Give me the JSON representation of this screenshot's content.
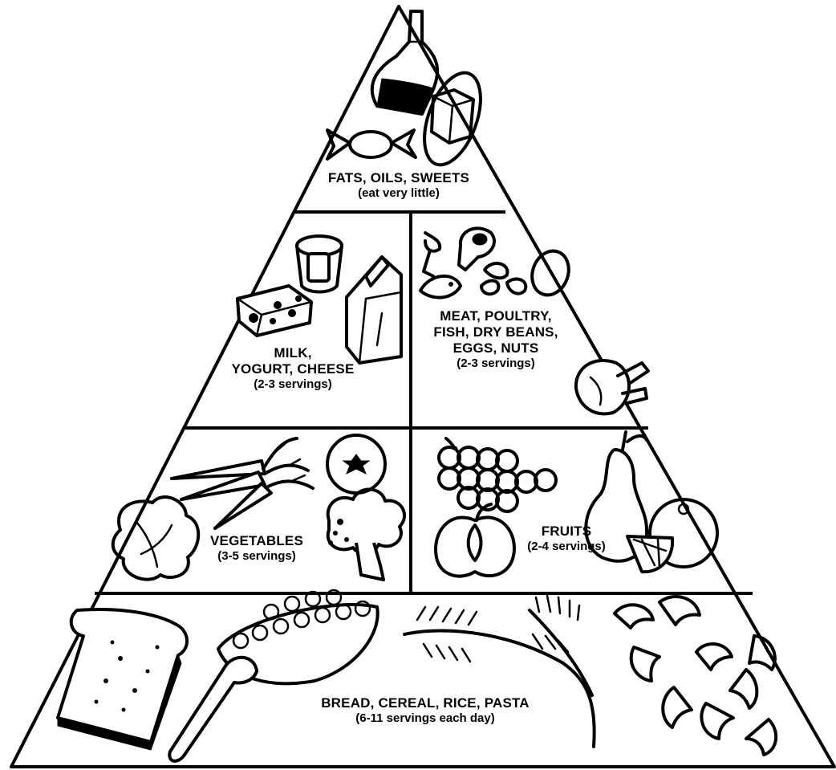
{
  "tiers": {
    "top": {
      "name": "FATS, OILS, SWEETS",
      "serving": "(eat very little)"
    },
    "dairy": {
      "name_line1": "MILK,",
      "name_line2": "YOGURT, CHEESE",
      "serving": "(2-3 servings)"
    },
    "protein": {
      "name_line1": "MEAT, POULTRY,",
      "name_line2": "FISH, DRY BEANS,",
      "name_line3": "EGGS, NUTS",
      "serving": "(2-3 servings)"
    },
    "vegetables": {
      "name": "VEGETABLES",
      "serving": "(3-5 servings)"
    },
    "fruits": {
      "name": "FRUITS",
      "serving": "(2-4 servings)"
    },
    "grains": {
      "name": "BREAD, CEREAL, RICE, PASTA",
      "serving": "(6-11 servings each day)"
    }
  },
  "icons": {
    "top": [
      "oil-bottle-icon",
      "butter-dish-icon",
      "wrapped-candy-icon"
    ],
    "dairy": [
      "yogurt-cup-icon",
      "cheese-wedge-icon",
      "milk-carton-icon"
    ],
    "protein": [
      "fish-icon",
      "steak-icon",
      "beans-icon",
      "egg-icon",
      "roast-chicken-icon"
    ],
    "vegetables": [
      "carrots-icon",
      "tomato-icon",
      "lettuce-icon",
      "broccoli-icon"
    ],
    "fruits": [
      "grapes-icon",
      "pear-icon",
      "apple-icon",
      "orange-icon"
    ],
    "grains": [
      "bread-slice-icon",
      "cereal-bowl-icon",
      "wheat-stalks-icon",
      "macaroni-icon"
    ]
  },
  "colors": {
    "ink": "#000000",
    "paper": "#ffffff"
  }
}
